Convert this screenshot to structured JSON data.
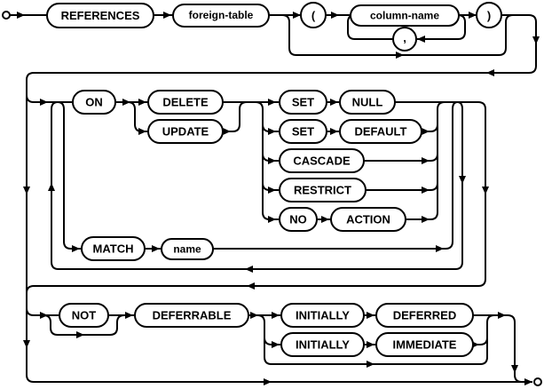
{
  "diagram": {
    "title": "foreign-key-clause railroad syntax diagram",
    "type": "railroad-syntax-diagram",
    "colors": {
      "line": "#000000",
      "node_fill": "#ffffff",
      "background": "#ffffff",
      "text": "#000000"
    },
    "labels": {
      "references": "REFERENCES",
      "foreign_table": "foreign-table",
      "open_paren": "(",
      "column_name": "column-name",
      "comma": ",",
      "close_paren": ")",
      "on": "ON",
      "delete": "DELETE",
      "update": "UPDATE",
      "set": "SET",
      "null": "NULL",
      "default": "DEFAULT",
      "cascade": "CASCADE",
      "restrict": "RESTRICT",
      "no": "NO",
      "action": "ACTION",
      "match": "MATCH",
      "name": "name",
      "not": "NOT",
      "deferrable": "DEFERRABLE",
      "initially": "INITIALLY",
      "deferred": "DEFERRED",
      "immediate": "IMMEDIATE"
    },
    "structure": {
      "sequence": "REFERENCES foreign-table [ ( column-name [, column-name]* ) ] [ ON DELETE|UPDATE (SET NULL|SET DEFAULT|CASCADE|RESTRICT|NO ACTION) | MATCH name ]* [ [NOT] DEFERRABLE [INITIALLY DEFERRED|INITIALLY IMMEDIATE] ]"
    }
  }
}
